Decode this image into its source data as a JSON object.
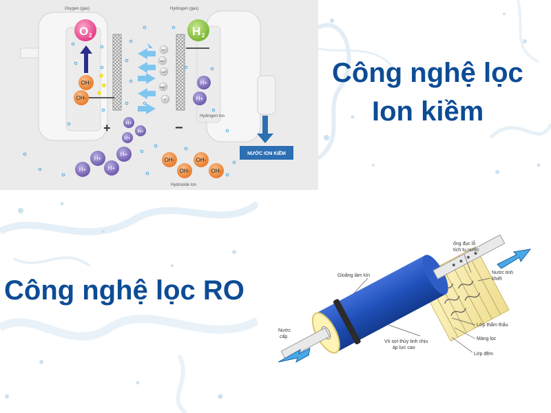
{
  "ion": {
    "title_line1": "Công nghệ lọc",
    "title_line2": "Ion kiềm",
    "oxygen_label": "Oxygen (gas)",
    "hydrogen_label": "Hydrogen (gas)",
    "o2": "O",
    "o2_sub": "2",
    "h2": "H",
    "h2_sub": "2",
    "plus": "+",
    "minus": "−",
    "oh": "OH-",
    "hplus": "H+",
    "hydrogen_ion": "Hydrogen Ion",
    "hydroxide_ion": "Hydroxide Ion",
    "output_label": "NƯỚC ION KIỀM",
    "minerals": [
      "Fe⁺",
      "Na⁺",
      "Ca²⁺",
      "Mg²⁺",
      "K⁺"
    ]
  },
  "ro": {
    "title": "Công nghệ lọc RO",
    "labels": {
      "gasket": "Gioăng làm kín",
      "tube_line1": "ống đục lỗ",
      "tube_line2": "tích tụ nước",
      "clean_line1": "Nước tinh",
      "clean_line2": "khiết",
      "inlet_line1": "Nước",
      "inlet_line2": "cấp",
      "shell_line1": "Vỏ sợi thủy tinh chịu",
      "shell_line2": "áp lực cao",
      "permeate": "Lớp thẩm thấu",
      "membrane": "Màng lọc",
      "spacer": "Lớp đệm"
    }
  },
  "colors": {
    "title_blue": "#0d4c95",
    "ro_blue": "#1f4fb8",
    "o2_pink": "#ea4c8f",
    "h2_green": "#8cc63f",
    "oh_orange": "#f08a3c",
    "h_purple": "#7c68b8",
    "arrow_blue": "#2d6fb3"
  }
}
